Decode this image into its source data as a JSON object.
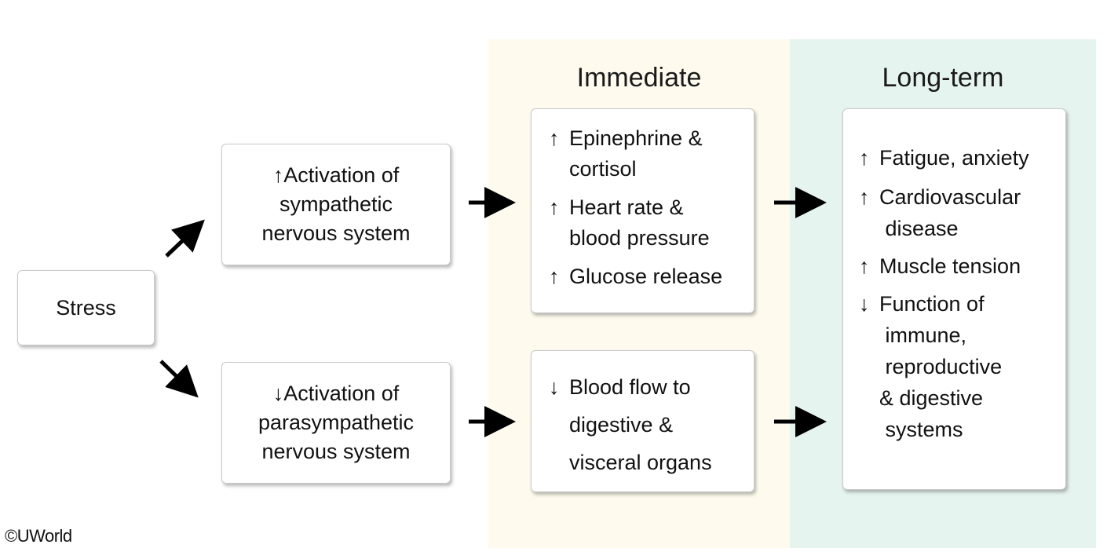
{
  "panels": {
    "immediate": {
      "title": "Immediate",
      "color": "#fefbee"
    },
    "longterm": {
      "title": "Long-term",
      "color": "#e6f4f0"
    }
  },
  "stress": "Stress",
  "sympathetic": {
    "arrow": "↑",
    "line1": "Activation of",
    "line2": "sympathetic",
    "line3": "nervous system"
  },
  "parasympathetic": {
    "arrow": "↓",
    "line1": "Activation of",
    "line2": "parasympathetic",
    "line3": "nervous system"
  },
  "immediate_sympathetic": [
    {
      "arrow": "↑",
      "text": "Epinephrine &\ncortisol"
    },
    {
      "arrow": "↑",
      "text": "Heart rate &\nblood pressure"
    },
    {
      "arrow": "↑",
      "text": "Glucose release"
    }
  ],
  "immediate_parasympathetic": [
    {
      "arrow": "↓",
      "text": "Blood flow to\ndigestive &\nvisceral organs"
    }
  ],
  "longterm": [
    {
      "arrow": "↑",
      "text": "Fatigue, anxiety"
    },
    {
      "arrow": "↑",
      "text": "Cardiovascular\n disease"
    },
    {
      "arrow": "↑",
      "text": "Muscle tension"
    },
    {
      "arrow": "↓",
      "text": "Function of\n immune,\n reproductive\n& digestive\n systems"
    }
  ],
  "copyright": "©UWorld"
}
